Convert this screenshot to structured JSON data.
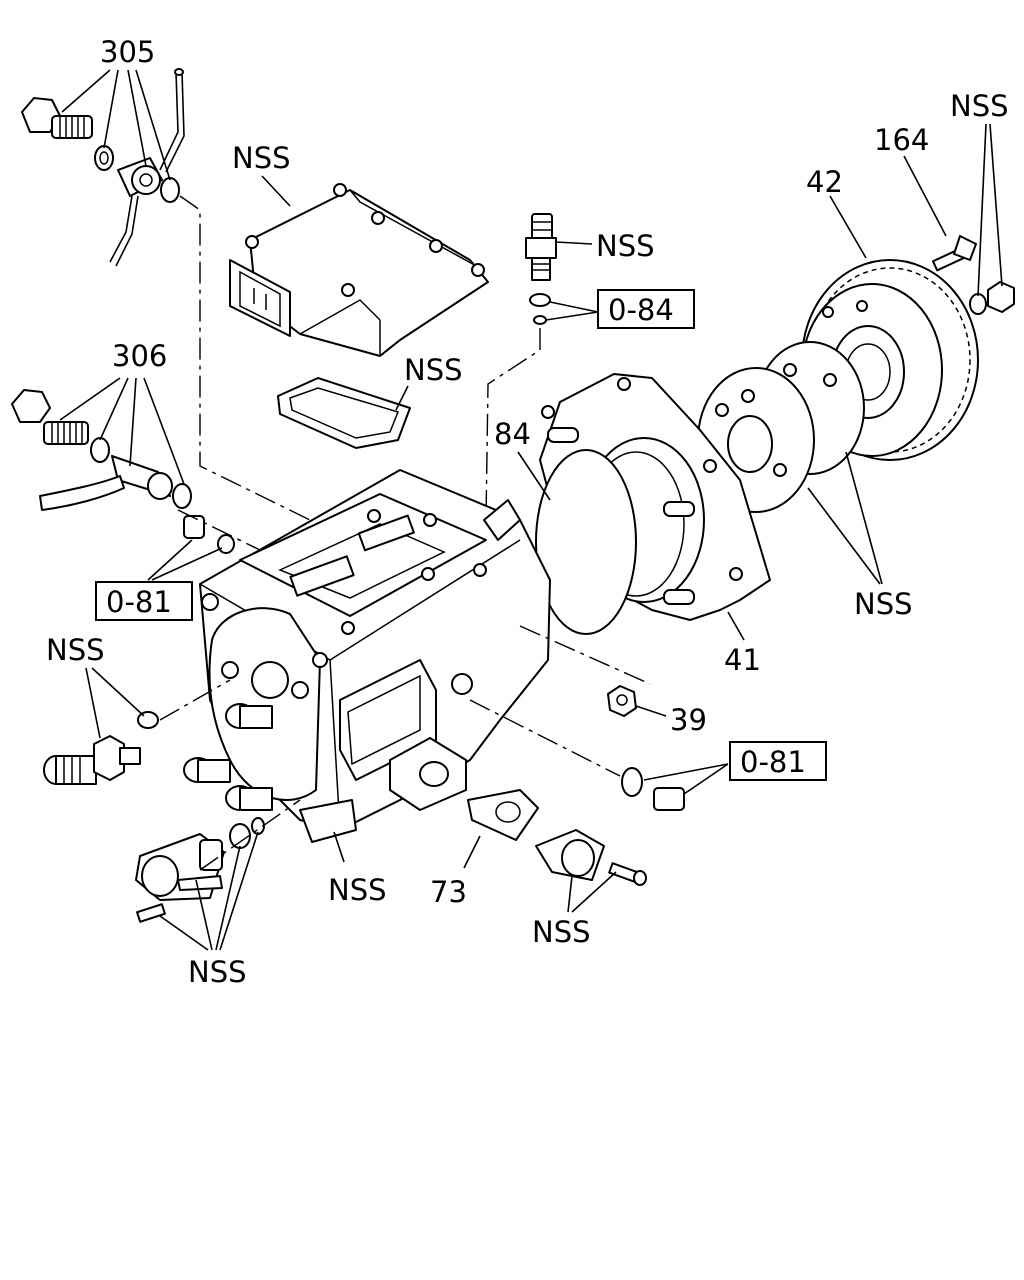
{
  "callouts": {
    "c305": "305",
    "c306": "306",
    "c164": "164",
    "c42": "42",
    "c84": "84",
    "c41": "41",
    "c39": "39",
    "c73": "73",
    "nss_top_right": "NSS",
    "nss_control_unit": "NSS",
    "nss_valve": "NSS",
    "nss_gasket": "NSS",
    "nss_plates": "NSS",
    "nss_left_fitting": "NSS",
    "nss_bottom_center": "NSS",
    "nss_bottom_left": "NSS",
    "nss_bottom_right": "NSS"
  },
  "boxed_refs": {
    "ref_084": "0-84",
    "ref_081_left": "0-81",
    "ref_081_right": "0-81"
  },
  "icons": [
    "banjo-bolt-icon",
    "injection-pump-icon",
    "timing-gear-icon",
    "bracket-icon",
    "control-unit-icon",
    "solenoid-icon"
  ]
}
